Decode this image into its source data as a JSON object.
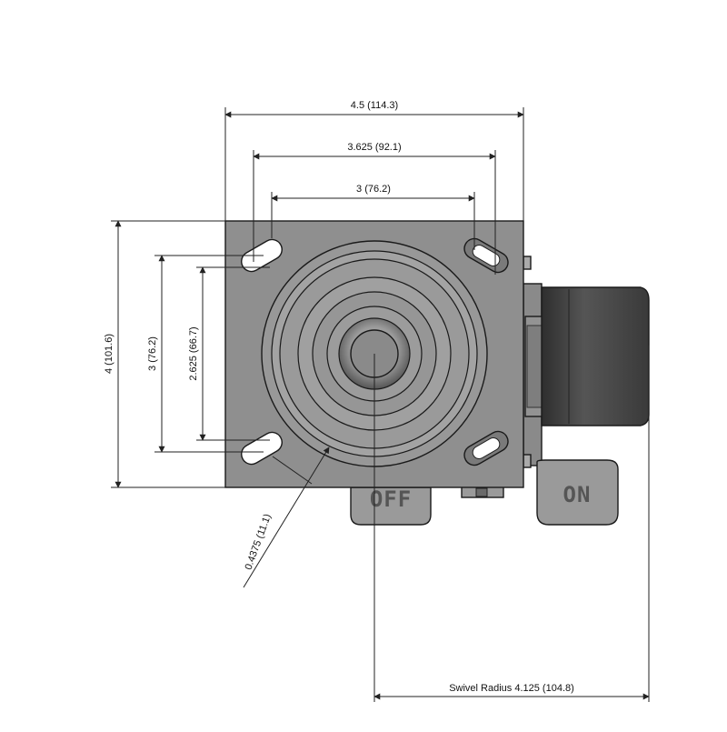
{
  "drawing": {
    "dimensions": {
      "plate_width": "4.5 (114.3)",
      "outer_bolt_spacing_x": "3.625 (92.1)",
      "inner_bolt_spacing_x": "3 (76.2)",
      "plate_length": "4 (101.6)",
      "outer_bolt_spacing_y": "3 (76.2)",
      "inner_bolt_spacing_y": "2.625 (66.7)",
      "bolt_hole_size": "0.4375 (11.1)",
      "swivel_radius": "Swivel Radius 4.125 (104.8)"
    },
    "brake": {
      "off_label": "OFF",
      "on_label": "ON"
    },
    "colors": {
      "plate": "#8f8f8f",
      "ring": "#9a9a9a",
      "wheel": "#4a4a4a",
      "pedal": "#999999",
      "line": "#222222"
    }
  }
}
